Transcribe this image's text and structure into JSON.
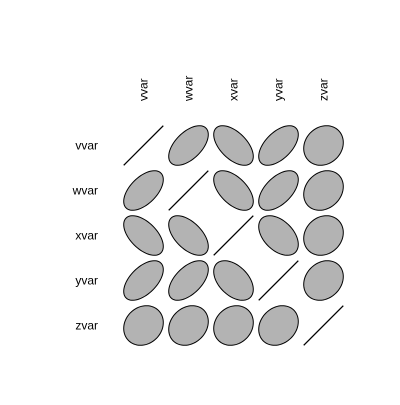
{
  "chart_data": {
    "type": "heatmap",
    "variables": [
      "vvar",
      "wvar",
      "xvar",
      "yvar",
      "zvar"
    ],
    "matrix": [
      [
        1.0,
        0.55,
        -0.55,
        0.55,
        0.15
      ],
      [
        0.55,
        1.0,
        -0.55,
        0.55,
        0.2
      ],
      [
        -0.55,
        -0.55,
        1.0,
        -0.45,
        0.15
      ],
      [
        0.55,
        0.55,
        -0.45,
        1.0,
        0.2
      ],
      [
        0.15,
        0.2,
        0.15,
        0.2,
        1.0
      ]
    ],
    "fill_color": "#b3b3b3",
    "stroke_color": "#000000",
    "grid": false,
    "title": "",
    "xlabel": "",
    "ylabel": ""
  }
}
